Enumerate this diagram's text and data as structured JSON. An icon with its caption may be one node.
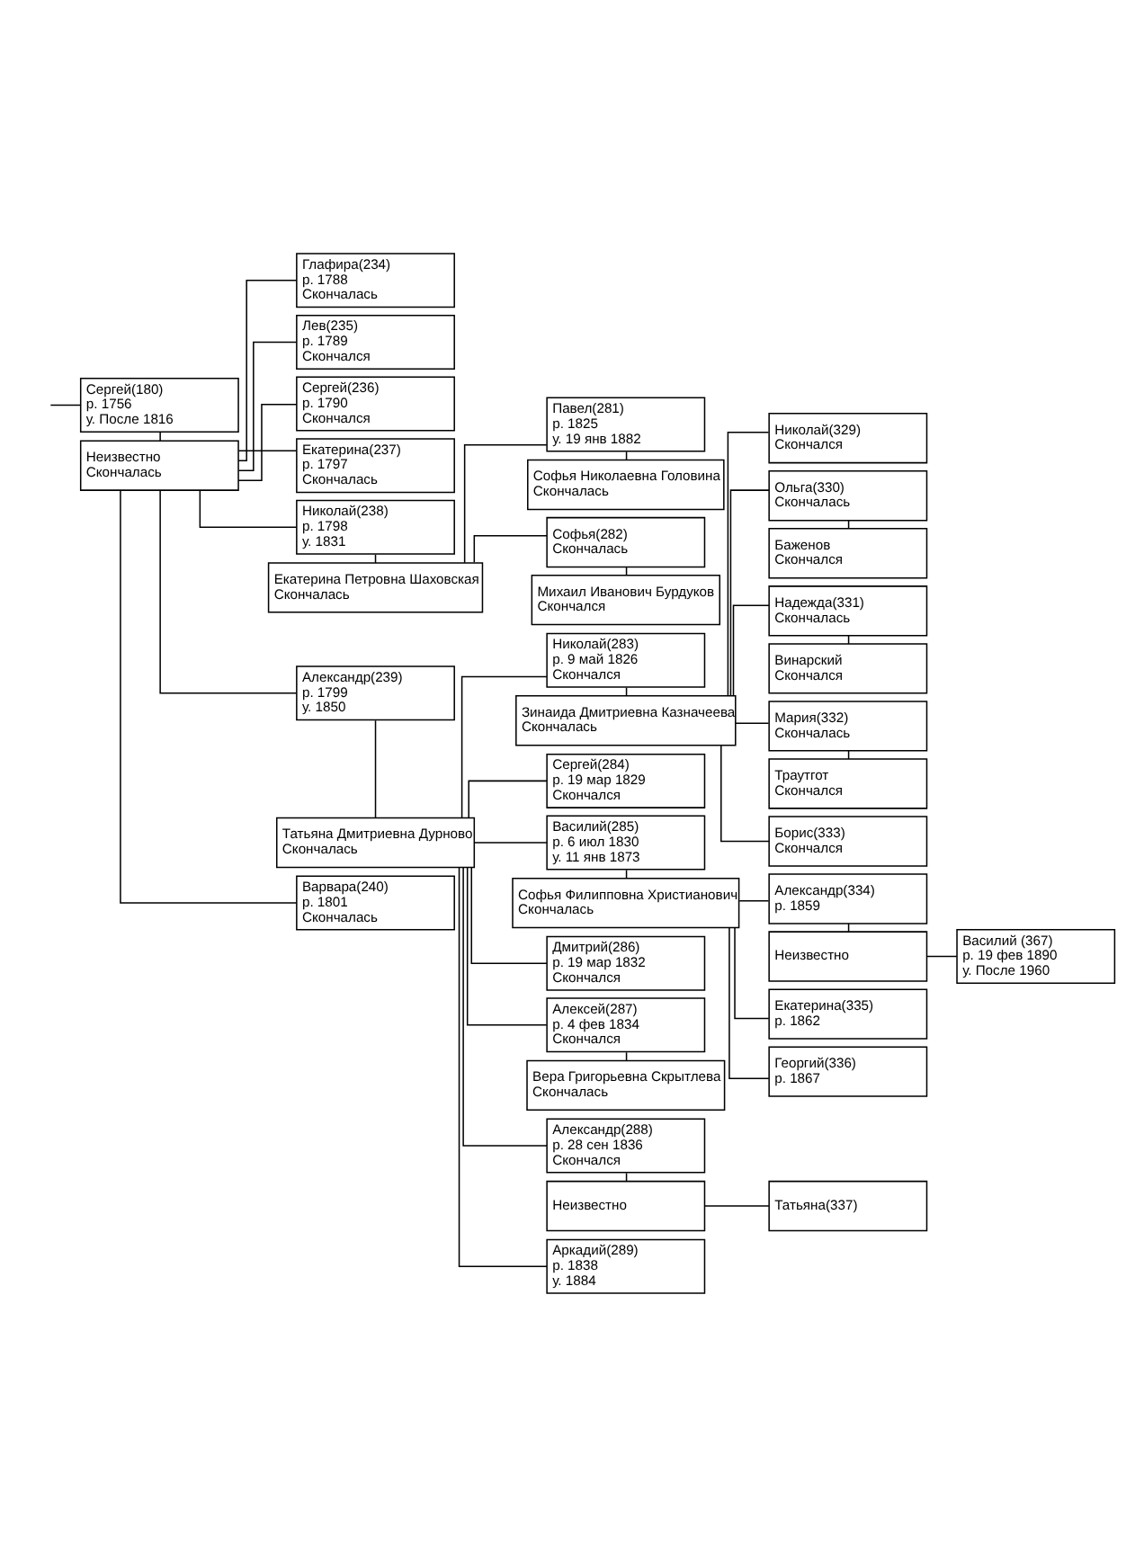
{
  "diagram": {
    "nodes": [
      {
        "text": [
          "Сергей(180)",
          "р. 1756",
          "у. После 1816"
        ]
      },
      {
        "text": [
          "Неизвестно",
          "Скончалась"
        ]
      },
      {
        "text": [
          "Глафира(234)",
          "р. 1788",
          "Скончалась"
        ]
      },
      {
        "text": [
          "Лев(235)",
          "р. 1789",
          "Скончался"
        ]
      },
      {
        "text": [
          "Сергей(236)",
          "р. 1790",
          "Скончался"
        ]
      },
      {
        "text": [
          "Екатерина(237)",
          "р. 1797",
          "Скончалась"
        ]
      },
      {
        "text": [
          "Николай(238)",
          "р. 1798",
          "у. 1831"
        ]
      },
      {
        "text": [
          "Екатерина Петровна Шаховская",
          "Скончалась"
        ]
      },
      {
        "text": [
          "Александр(239)",
          "р. 1799",
          "у. 1850"
        ]
      },
      {
        "text": [
          "Татьяна Дмитриевна Дурново",
          "Скончалась"
        ]
      },
      {
        "text": [
          "Варвара(240)",
          "р. 1801",
          "Скончалась"
        ]
      },
      {
        "text": [
          "Павел(281)",
          "р. 1825",
          "у. 19 янв 1882"
        ]
      },
      {
        "text": [
          "Софья Николаевна Головина",
          "Скончалась"
        ]
      },
      {
        "text": [
          "Софья(282)",
          "Скончалась"
        ]
      },
      {
        "text": [
          "Михаил Иванович Бурдуков",
          "Скончался"
        ]
      },
      {
        "text": [
          "Николай(283)",
          "р. 9 май 1826",
          "Скончался"
        ]
      },
      {
        "text": [
          "Зинаида Дмитриевна Казначеева",
          "Скончалась"
        ]
      },
      {
        "text": [
          "Сергей(284)",
          "р. 19 мар 1829",
          "Скончался"
        ]
      },
      {
        "text": [
          "Василий(285)",
          "р. 6 июл 1830",
          "у. 11 янв 1873"
        ]
      },
      {
        "text": [
          "Софья Филипповна Христианович",
          "Скончалась"
        ]
      },
      {
        "text": [
          "Дмитрий(286)",
          "р. 19 мар 1832",
          "Скончался"
        ]
      },
      {
        "text": [
          "Алексей(287)",
          "р. 4 фев 1834",
          "Скончался"
        ]
      },
      {
        "text": [
          "Вера Григорьевна Скрытлева",
          "Скончалась"
        ]
      },
      {
        "text": [
          "Александр(288)",
          "р. 28 сен 1836",
          "Скончался"
        ]
      },
      {
        "text": [
          "Неизвестно"
        ]
      },
      {
        "text": [
          "Аркадий(289)",
          "р. 1838",
          "у. 1884"
        ]
      },
      {
        "text": [
          "Николай(329)",
          "Скончался"
        ]
      },
      {
        "text": [
          "Ольга(330)",
          "Скончалась"
        ]
      },
      {
        "text": [
          "Баженов",
          "Скончался"
        ]
      },
      {
        "text": [
          "Надежда(331)",
          "Скончалась"
        ]
      },
      {
        "text": [
          "Винарский",
          "Скончался"
        ]
      },
      {
        "text": [
          "Мария(332)",
          "Скончалась"
        ]
      },
      {
        "text": [
          "Траутгот",
          "Скончался"
        ]
      },
      {
        "text": [
          "Борис(333)",
          "Скончался"
        ]
      },
      {
        "text": [
          "Александр(334)",
          "р. 1859"
        ]
      },
      {
        "text": [
          "Неизвестно"
        ]
      },
      {
        "text": [
          "Екатерина(335)",
          "р. 1862"
        ]
      },
      {
        "text": [
          "Георгий(336)",
          "р. 1867"
        ]
      },
      {
        "text": [
          "Татьяна(337)"
        ]
      },
      {
        "text": [
          "Василий (367)",
          "р. 19 фев 1890",
          "у. После 1960"
        ]
      }
    ],
    "edges": [
      {
        "from": null,
        "to": 0,
        "arrow": "none"
      },
      {
        "from": 0,
        "to": 1,
        "arrow": "none"
      },
      {
        "from": 1,
        "to": 2,
        "arrow": "none"
      },
      {
        "from": 1,
        "to": 3,
        "arrow": "none"
      },
      {
        "from": 1,
        "to": 4,
        "arrow": "none"
      },
      {
        "from": 1,
        "to": 5,
        "arrow": "none"
      },
      {
        "from": 1,
        "to": 6,
        "arrow": "none"
      },
      {
        "from": 6,
        "to": 7,
        "arrow": "none"
      },
      {
        "from": 1,
        "to": 8,
        "arrow": "none"
      },
      {
        "from": 8,
        "to": 9,
        "arrow": "none"
      },
      {
        "from": 1,
        "to": 10,
        "arrow": "none"
      },
      {
        "from": 7,
        "to": 11,
        "arrow": "none"
      },
      {
        "from": 11,
        "to": 12,
        "arrow": "none"
      },
      {
        "from": 7,
        "to": 13,
        "arrow": "none"
      },
      {
        "from": 13,
        "to": 14,
        "arrow": "none"
      },
      {
        "from": 9,
        "to": 15,
        "arrow": "none"
      },
      {
        "from": 15,
        "to": 16,
        "arrow": "none"
      },
      {
        "from": 9,
        "to": 17,
        "arrow": "none"
      },
      {
        "from": 9,
        "to": 18,
        "arrow": "none"
      },
      {
        "from": 18,
        "to": 19,
        "arrow": "none"
      },
      {
        "from": 9,
        "to": 20,
        "arrow": "none"
      },
      {
        "from": 9,
        "to": 21,
        "arrow": "none"
      },
      {
        "from": 21,
        "to": 22,
        "arrow": "none"
      },
      {
        "from": 9,
        "to": 23,
        "arrow": "none"
      },
      {
        "from": 23,
        "to": 24,
        "arrow": "none"
      },
      {
        "from": 9,
        "to": 25,
        "arrow": "none"
      },
      {
        "from": 16,
        "to": 26,
        "arrow": "none"
      },
      {
        "from": 16,
        "to": 27,
        "arrow": "none"
      },
      {
        "from": 27,
        "to": 28,
        "arrow": "none"
      },
      {
        "from": 16,
        "to": 29,
        "arrow": "none"
      },
      {
        "from": 29,
        "to": 30,
        "arrow": "none"
      },
      {
        "from": 16,
        "to": 31,
        "arrow": "none"
      },
      {
        "from": 31,
        "to": 32,
        "arrow": "none"
      },
      {
        "from": 16,
        "to": 33,
        "arrow": "none"
      },
      {
        "from": 19,
        "to": 34,
        "arrow": "none"
      },
      {
        "from": 34,
        "to": 35,
        "arrow": "none"
      },
      {
        "from": 19,
        "to": 36,
        "arrow": "none"
      },
      {
        "from": 19,
        "to": 37,
        "arrow": "none"
      },
      {
        "from": 24,
        "to": 38,
        "arrow": "none"
      },
      {
        "from": 35,
        "to": 39,
        "arrow": "none"
      }
    ]
  }
}
